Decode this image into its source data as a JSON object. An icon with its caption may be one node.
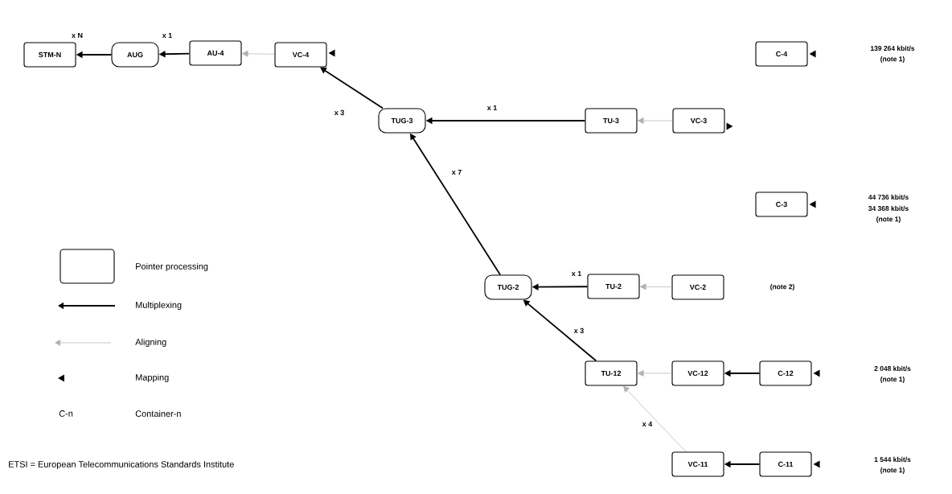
{
  "diagram": {
    "nodes": [
      {
        "text": [
          "STM-N"
        ]
      },
      {
        "text": [
          "AUG"
        ]
      },
      {
        "text": [
          "AU-4"
        ]
      },
      {
        "text": [
          "VC-4"
        ]
      },
      {
        "text": [
          "C-4"
        ],
        "beside": [
          "139 264 kbit/s",
          "(note 1)"
        ]
      },
      {
        "text": [
          "TUG-3"
        ]
      },
      {
        "text": [
          "TU-3"
        ]
      },
      {
        "text": [
          "VC-3"
        ]
      },
      {
        "text": [
          "C-3"
        ],
        "beside": [
          "44 736 kbit/s",
          "34 368 kbit/s",
          "(note 1)"
        ]
      },
      {
        "text": [
          "TUG-2"
        ]
      },
      {
        "text": [
          "TU-2"
        ]
      },
      {
        "text": [
          "VC-2"
        ]
      },
      {
        "text": [
          "TU-12"
        ]
      },
      {
        "text": [
          "VC-12"
        ]
      },
      {
        "text": [
          "C-12"
        ],
        "beside": [
          "2 048 kbit/s",
          "(note 1)"
        ]
      },
      {
        "text": [
          "VC-11"
        ]
      },
      {
        "text": [
          "C-11"
        ],
        "beside": [
          "1 544 kbit/s",
          "(note 1)"
        ]
      }
    ],
    "edges": [
      {
        "from": 1,
        "to": 0,
        "arrow": "to",
        "label": "x N"
      },
      {
        "from": 2,
        "to": 1,
        "arrow": "to",
        "label": "x 1"
      },
      {
        "from": 3,
        "to": 2,
        "arrow": "to",
        "color": "#b0b0b0"
      },
      {
        "from": 5,
        "to": 3,
        "arrow": "to",
        "label": "x 3"
      },
      {
        "from": 6,
        "to": 5,
        "arrow": "to",
        "label": "x 1"
      },
      {
        "from": 7,
        "to": 6,
        "arrow": "to",
        "color": "#b0b0b0"
      },
      {
        "from": 9,
        "to": 5,
        "arrow": "to",
        "label": "x 7"
      },
      {
        "from": 10,
        "to": 9,
        "arrow": "to",
        "label": "x 1"
      },
      {
        "from": 11,
        "to": 10,
        "arrow": "to",
        "color": "#b0b0b0"
      },
      {
        "from": 12,
        "to": 9,
        "arrow": "to",
        "label": "x 3"
      },
      {
        "from": 13,
        "to": 12,
        "arrow": "to",
        "color": "#b0b0b0"
      },
      {
        "from": 14,
        "to": 13,
        "arrow": "to"
      },
      {
        "from": 15,
        "to": 12,
        "arrow": "to",
        "color": "#b0b0b0",
        "label": "x 4"
      },
      {
        "from": 16,
        "to": 15,
        "arrow": "to"
      }
    ],
    "labels": [
      "(note 2)",
      "C-n",
      "ETSI = European Telecommunications Standards Institute"
    ],
    "legend": [
      {
        "text": "Pointer processing"
      },
      {
        "text": "Multiplexing"
      },
      {
        "text": "Aligning"
      },
      {
        "text": "Mapping"
      },
      {
        "text": "Container-n"
      }
    ]
  }
}
